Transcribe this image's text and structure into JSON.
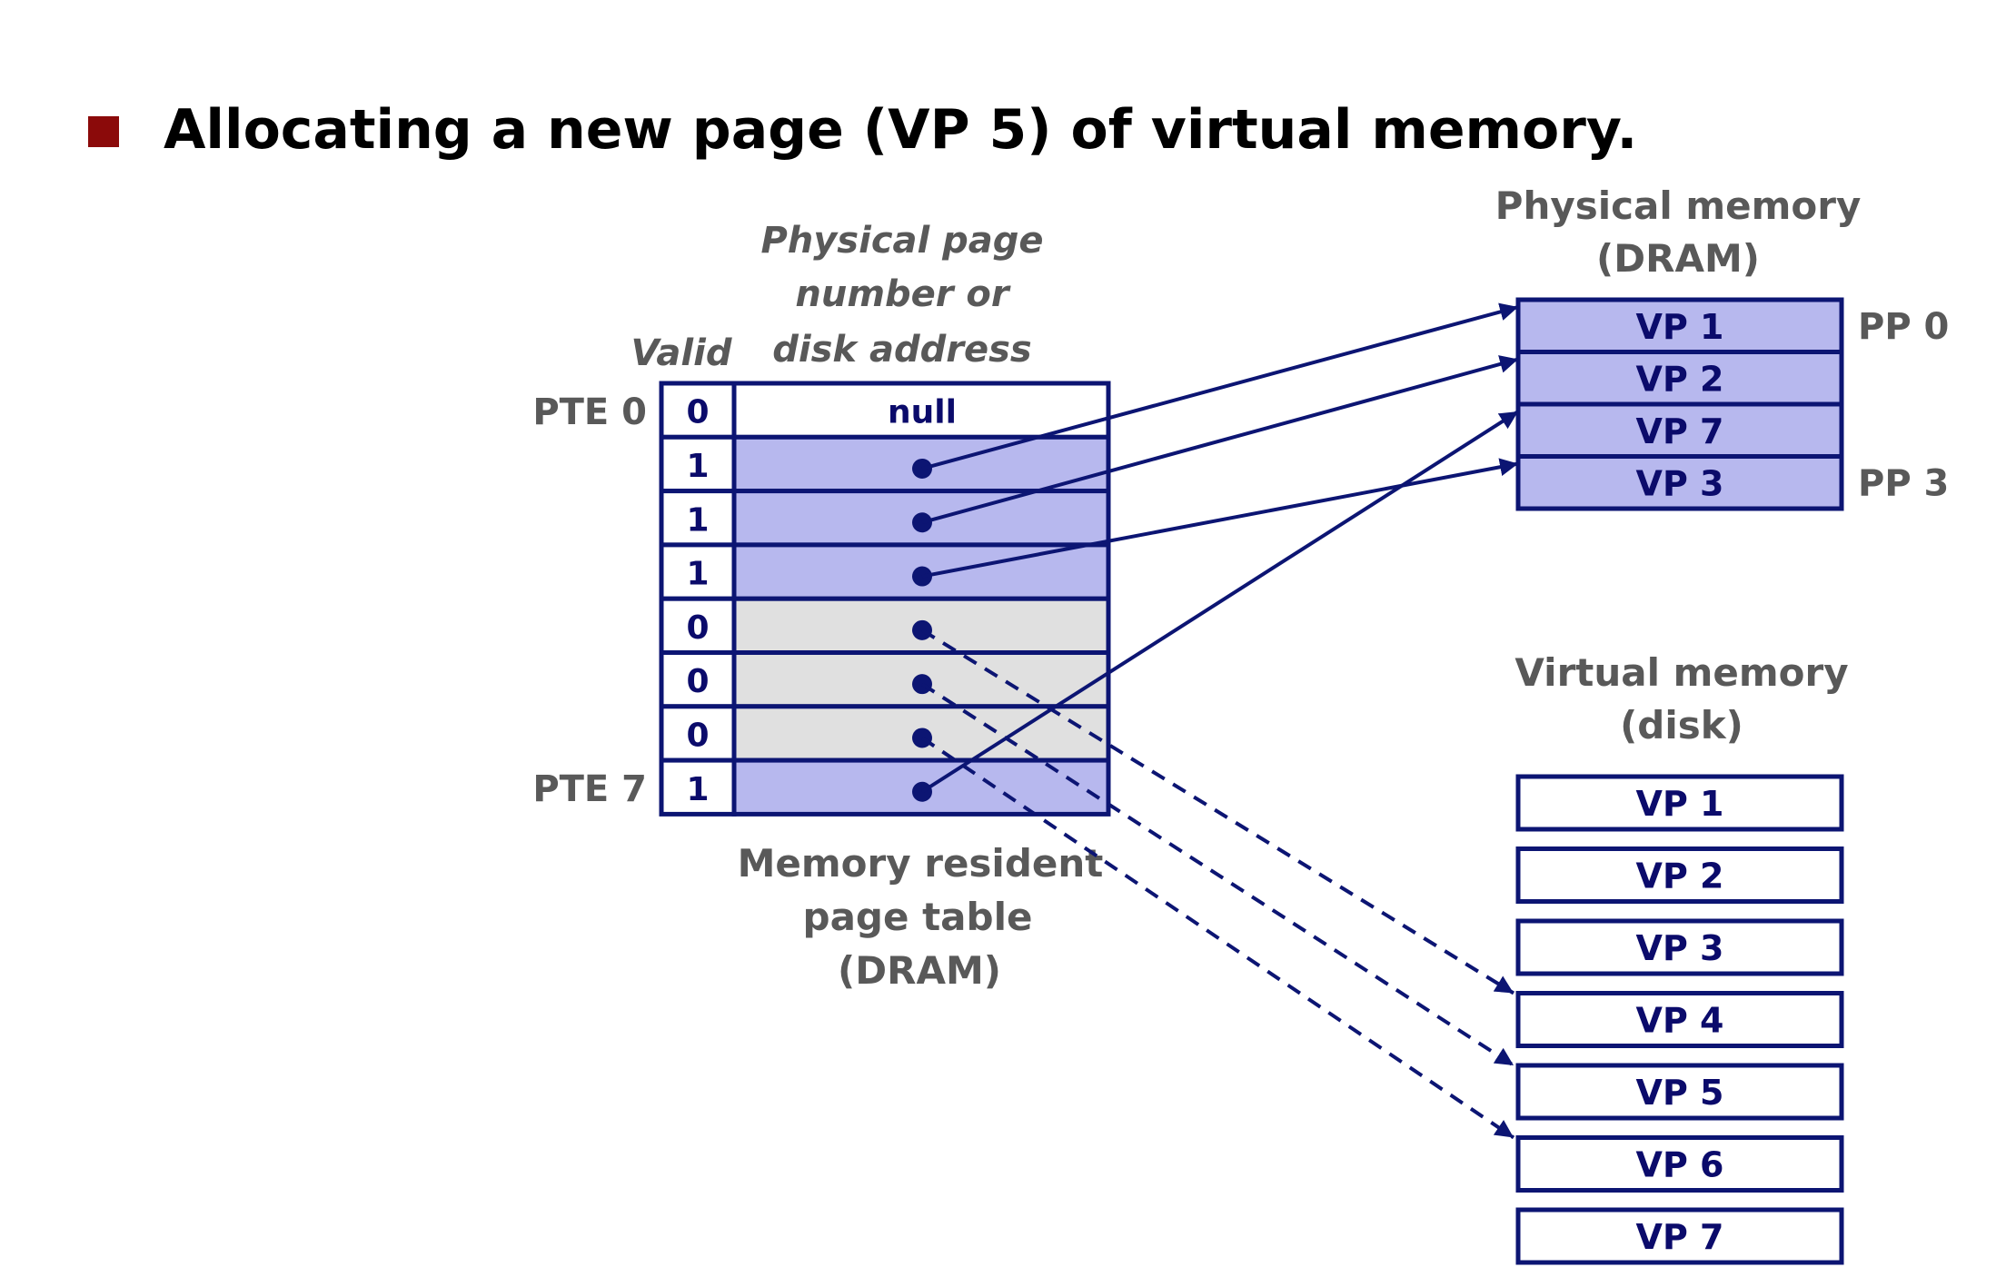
{
  "title": "Allocating a new page (VP 5) of virtual memory.",
  "colors": {
    "bullet": "#8b0a0a",
    "border": "#0c1573",
    "valid_fill": "#b7b8ee",
    "invalid_fill": "#e0e0e0",
    "label_gray": "#595959"
  },
  "page_table": {
    "valid_header": "Valid",
    "ppn_header_lines": [
      "Physical page",
      "number or",
      "disk address"
    ],
    "pte_first_label": "PTE 0",
    "pte_last_label": "PTE 7",
    "caption_lines": [
      "Memory resident",
      "page table",
      "(DRAM)"
    ],
    "rows": [
      {
        "valid": "0",
        "content": "null"
      },
      {
        "valid": "1",
        "content": ""
      },
      {
        "valid": "1",
        "content": ""
      },
      {
        "valid": "1",
        "content": ""
      },
      {
        "valid": "0",
        "content": ""
      },
      {
        "valid": "0",
        "content": ""
      },
      {
        "valid": "0",
        "content": ""
      },
      {
        "valid": "1",
        "content": ""
      }
    ]
  },
  "physical_memory": {
    "title_lines": [
      "Physical memory",
      "(DRAM)"
    ],
    "pages": [
      "VP 1",
      "VP 2",
      "VP 7",
      "VP 3"
    ],
    "pp_labels": [
      {
        "row": 0,
        "text": "PP 0"
      },
      {
        "row": 3,
        "text": "PP 3"
      }
    ]
  },
  "virtual_memory": {
    "title_lines": [
      "Virtual memory",
      "(disk)"
    ],
    "pages": [
      "VP 1",
      "VP 2",
      "VP 3",
      "VP 4",
      "VP 5",
      "VP 6",
      "VP 7"
    ]
  },
  "mappings": [
    {
      "from_row": 1,
      "to": "physical",
      "to_index": 0,
      "style": "solid"
    },
    {
      "from_row": 2,
      "to": "physical",
      "to_index": 1,
      "style": "solid"
    },
    {
      "from_row": 3,
      "to": "physical",
      "to_index": 3,
      "style": "solid"
    },
    {
      "from_row": 7,
      "to": "physical",
      "to_index": 2,
      "style": "solid"
    },
    {
      "from_row": 4,
      "to": "virtual",
      "to_index": 3,
      "style": "dashed"
    },
    {
      "from_row": 5,
      "to": "virtual",
      "to_index": 4,
      "style": "dashed"
    },
    {
      "from_row": 6,
      "to": "virtual",
      "to_index": 5,
      "style": "dashed"
    }
  ]
}
